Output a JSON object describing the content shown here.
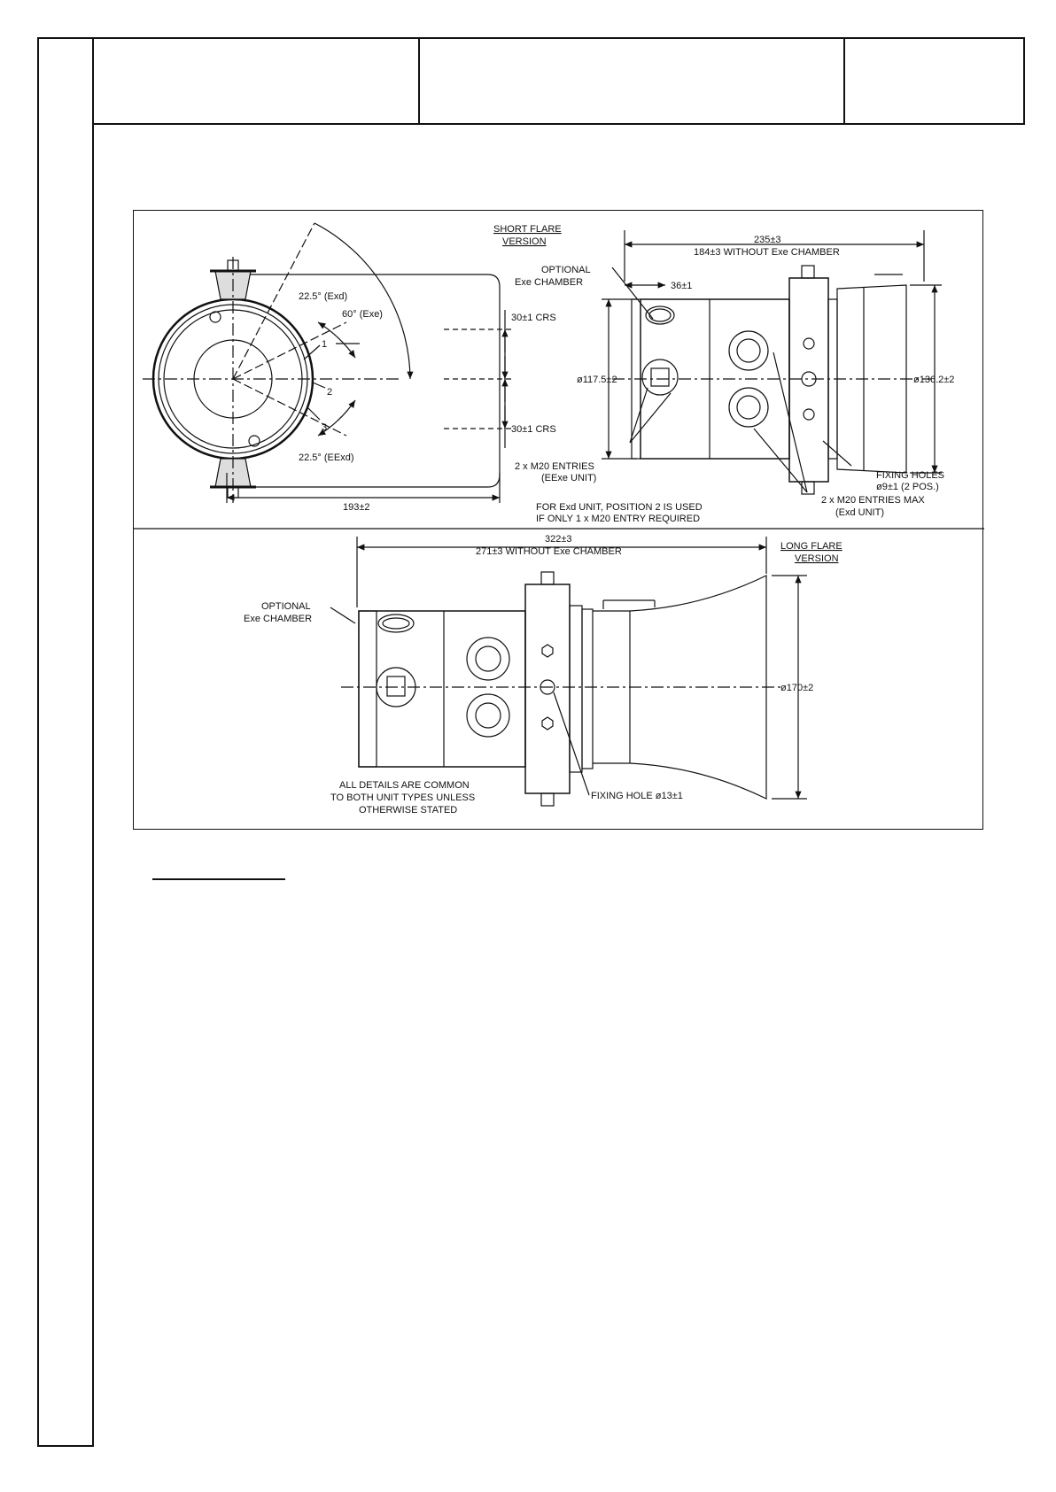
{
  "title_block": {
    "cell_1": "",
    "cell_2": "",
    "cell_3": ""
  },
  "drawing": {
    "short_flare": {
      "version_label": [
        "SHORT FLARE",
        "VERSION"
      ],
      "angle_exd": "22.5° (Exd)",
      "angle_exe": "60° (Exe)",
      "angle_eexd": "22.5° (EExd)",
      "position_1": "1",
      "position_2": "2",
      "position_3": "3",
      "crs_top": "30±1 CRS",
      "crs_bottom": "30±1 CRS",
      "width_193": "193±2",
      "dim_235": "235±3",
      "dim_184": "184±3 WITHOUT Exe CHAMBER",
      "optional_chamber": [
        "OPTIONAL",
        "Exe CHAMBER"
      ],
      "dim_36": "36±1",
      "dia_117": "ø117.5±2",
      "dia_136": "ø136.2±2",
      "m20_eexe": [
        "2 x M20 ENTRIES",
        "(EExe UNIT)"
      ],
      "fixing_holes": [
        "FIXING HOLES",
        "ø9±1 (2 POS.)"
      ],
      "m20_exd": [
        "2 x  M20 ENTRIES MAX",
        "(Exd UNIT)"
      ],
      "note_exd": [
        "FOR Exd UNIT, POSITION 2 IS USED",
        "IF ONLY 1 x M20 ENTRY REQUIRED"
      ]
    },
    "long_flare": {
      "version_label": [
        "LONG FLARE",
        "VERSION"
      ],
      "dim_322": "322±3",
      "dim_271": "271±3 WITHOUT Exe CHAMBER",
      "optional_chamber": [
        "OPTIONAL",
        "Exe CHAMBER"
      ],
      "dia_170": "ø170±2",
      "fixing_hole": "FIXING HOLE ø13±1",
      "common_note": [
        "ALL DETAILS ARE COMMON",
        "TO BOTH UNIT TYPES UNLESS",
        "OTHERWISE STATED"
      ]
    }
  }
}
